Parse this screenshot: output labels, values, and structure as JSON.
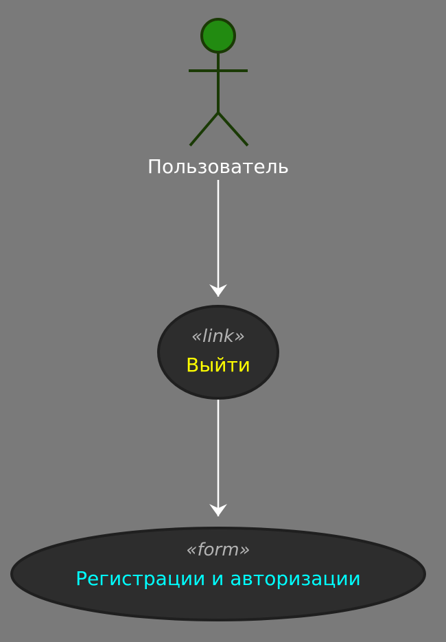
{
  "actor": {
    "label": "Пользователь",
    "head_color": "#228B11",
    "line_color": "#1a3a05"
  },
  "use_cases": [
    {
      "stereotype": "«link»",
      "label": "Выйти",
      "label_color": "#ffff00"
    },
    {
      "stereotype": "«form»",
      "label": "Регистрации и авторизации",
      "label_color": "#00ffff"
    }
  ],
  "colors": {
    "background": "#7a7a7a",
    "usecase_fill": "#2d2d2d",
    "usecase_border": "#1f1f1f",
    "arrow": "#ffffff",
    "stereotype": "#b3b3b3",
    "actor_label": "#ffffff"
  }
}
